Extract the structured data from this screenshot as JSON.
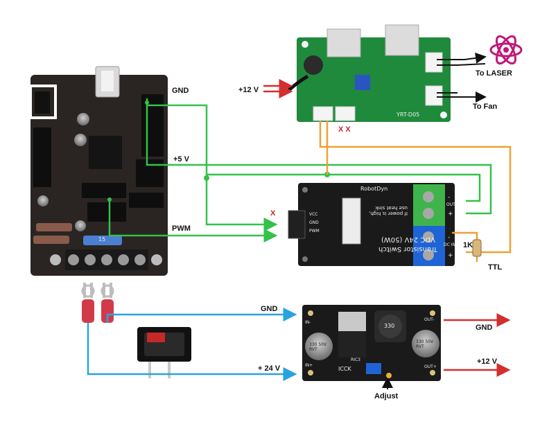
{
  "labels": {
    "controller_gnd": "GND",
    "controller_5v": "+5 V",
    "controller_pwm": "PWM",
    "laser_12v": "+12 V",
    "to_laser": "To LASER",
    "to_fan": "To Fan",
    "unused_xx": "X X",
    "unused_x": "X",
    "resistor": "1K",
    "ttl": "TTL",
    "psu_gnd_in": "GND",
    "psu_24v_in": "+ 24 V",
    "psu_gnd_out": "GND",
    "psu_12v_out": "+12 V",
    "adjust": "Adjust"
  },
  "board_markings": {
    "laser_driver_model": "YRT-D05",
    "mosfet_brand": "RobotDyn",
    "mosfet_title_line1": "Transistor Switch",
    "mosfet_title_line2": "VDC 24V (50W)",
    "mosfet_note": "If power is high, use heat sink",
    "mosfet_pin_vcc": "VCC",
    "mosfet_pin_gnd": "GND",
    "mosfet_pin_pwm": "PWM",
    "mosfet_out_minus": "-",
    "mosfet_out_plus": "+",
    "mosfet_in_minus": "-",
    "mosfet_in_plus": "+",
    "mosfet_terminal_out": "OUT",
    "mosfet_terminal_in": "DC IN",
    "cap_text": "330 50V RVT",
    "inductor_text": "330",
    "buck_in_minus": "IN-",
    "buck_in_plus": "IN+",
    "buck_out_minus": "OUT-",
    "buck_out_plus": "OUT+",
    "buck_brand": "ICCK",
    "buck_pot": "RIC3",
    "fuse_text": "15"
  },
  "colors": {
    "wire_green": "#33c24a",
    "wire_orange": "#f0a030",
    "wire_blue": "#29a3e0",
    "wire_red": "#d32f2f",
    "atom_icon": "#c0177a",
    "pcb_green": "#1f8a3c",
    "pcb_black": "#1a1a1a",
    "controller_pcb": "#2a2522"
  },
  "icons": {
    "laser": "atom-icon",
    "switch": "rocker-switch",
    "terminals": "spade-terminals"
  }
}
